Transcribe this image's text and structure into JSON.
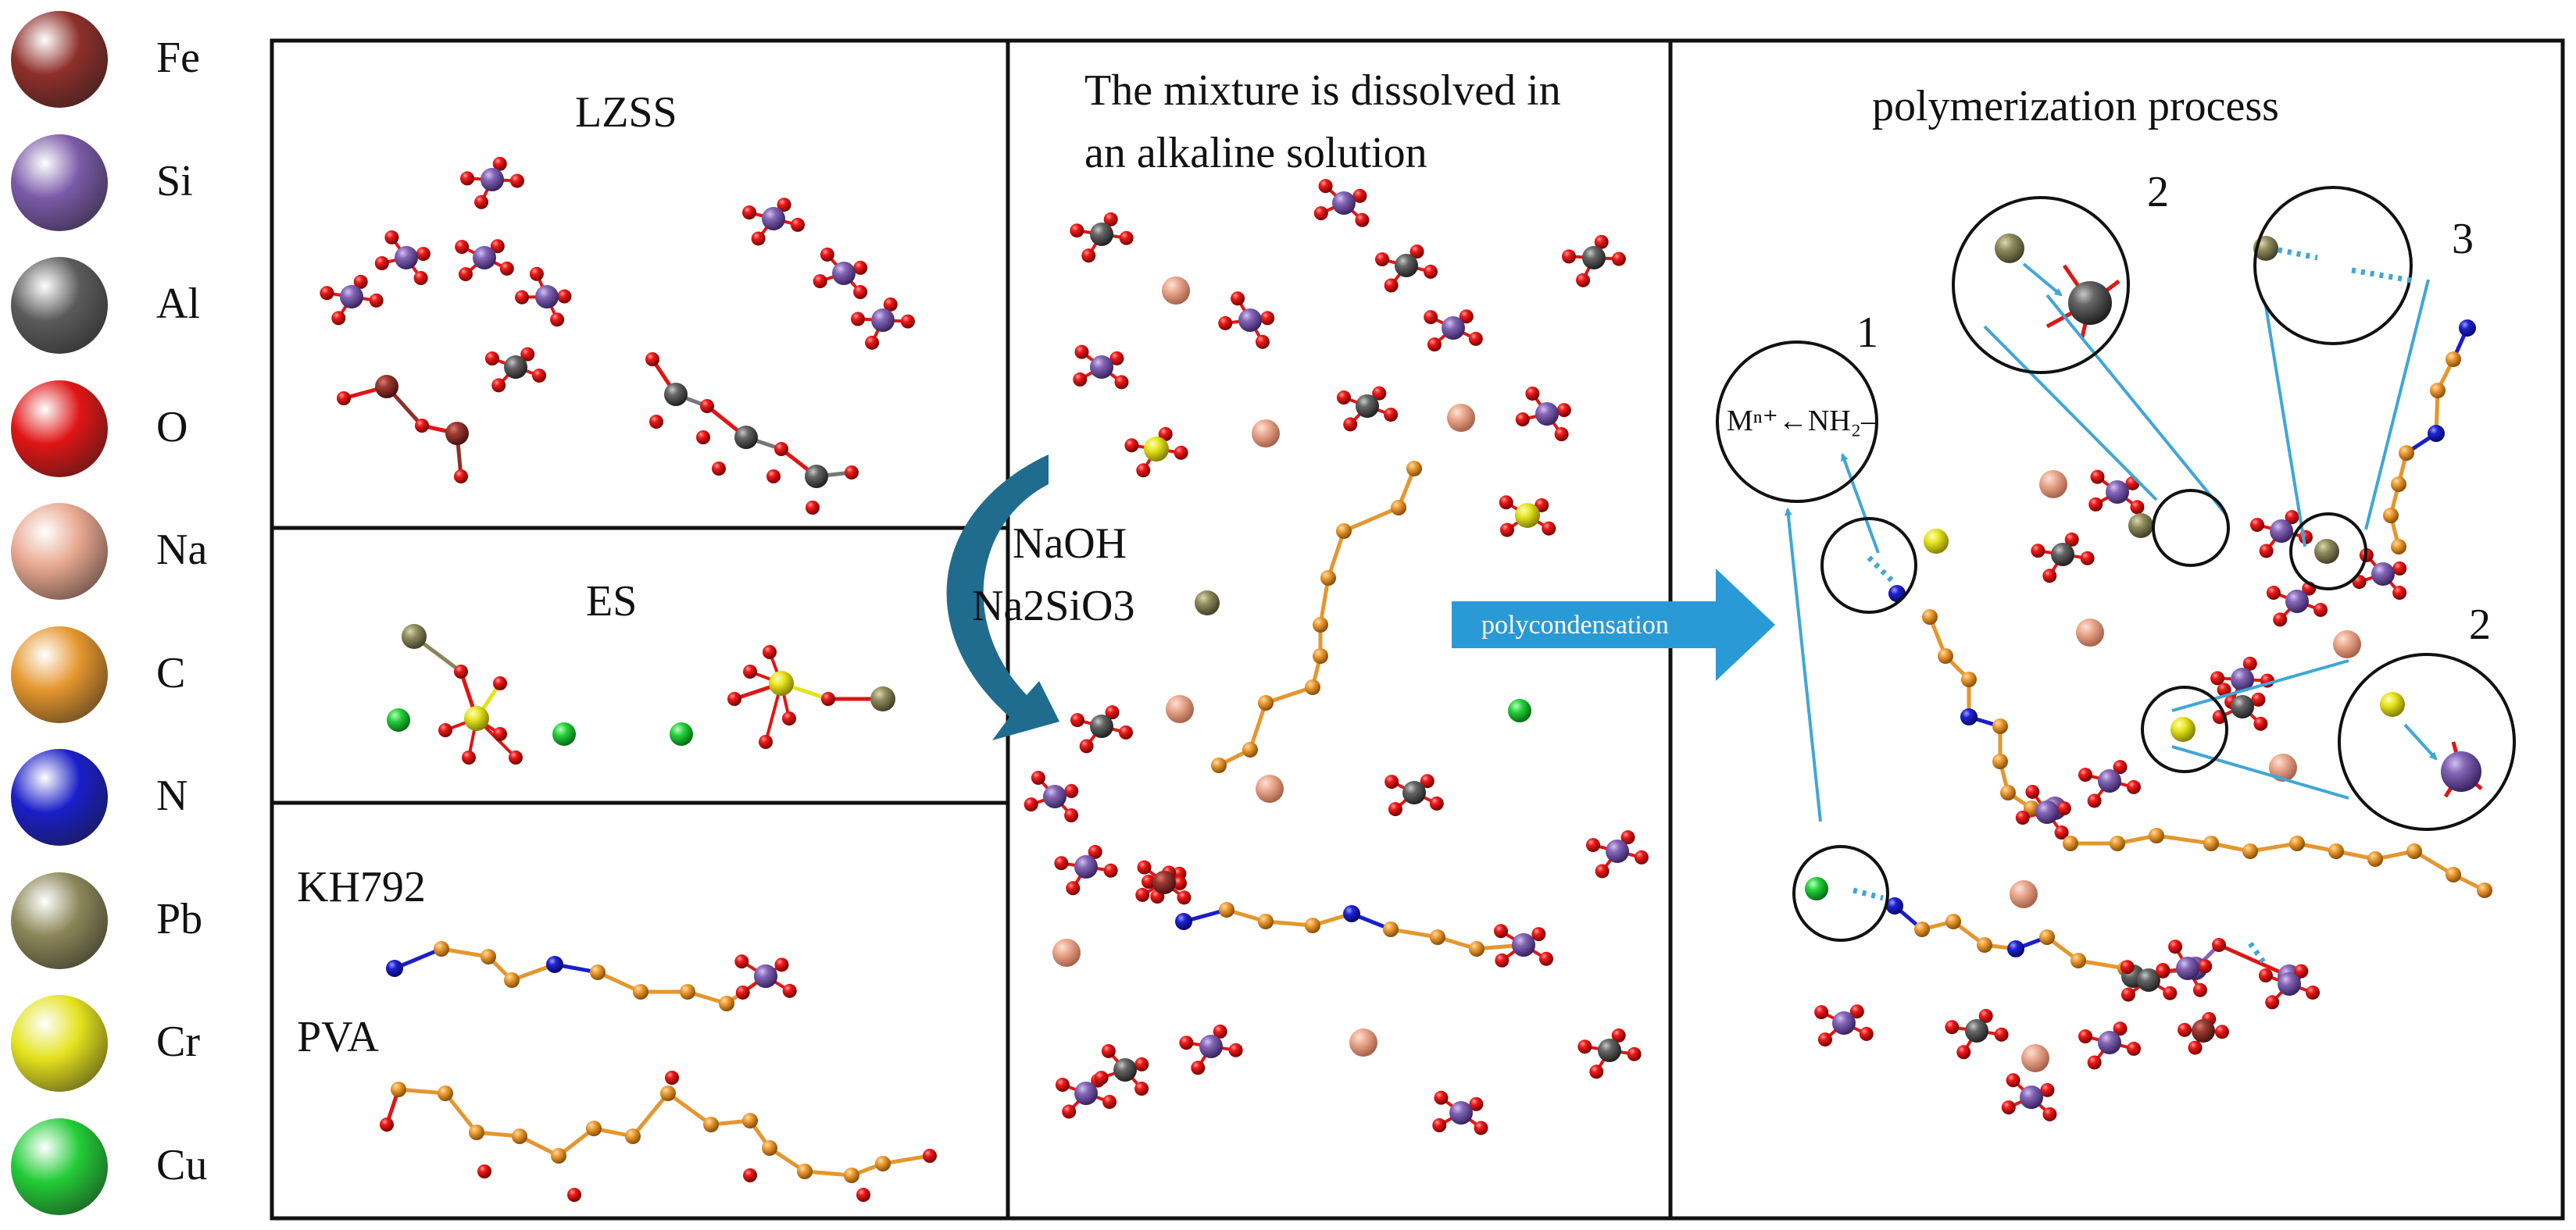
{
  "legend": [
    {
      "element": "Fe",
      "color": "#8e2f2a"
    },
    {
      "element": "Si",
      "color": "#7a5aa8"
    },
    {
      "element": "Al",
      "color": "#5b5b5b"
    },
    {
      "element": "O",
      "color": "#e01515"
    },
    {
      "element": "Na",
      "color": "#e8a890"
    },
    {
      "element": "C",
      "color": "#e5962e"
    },
    {
      "element": "N",
      "color": "#1a1ec8"
    },
    {
      "element": "Pb",
      "color": "#8b8658"
    },
    {
      "element": "Cr",
      "color": "#e4e21c"
    },
    {
      "element": "Cu",
      "color": "#22cc36"
    }
  ],
  "panels": {
    "lzss_title": "LZSS",
    "es_title": "ES",
    "kh792_label": "KH792",
    "pva_label": "PVA",
    "mixture_title_line1": "The mixture is dissolved in",
    "mixture_title_line2": "an alkaline solution",
    "reagent_1": "NaOH",
    "reagent_2": "Na2SiO3",
    "polycondensation_label": "polycondensation",
    "polymerization_title": "polymerization process",
    "complex_label": "Mⁿ⁺←NH₂–",
    "callout_1": "1",
    "callout_2a": "2",
    "callout_2b": "2",
    "callout_3": "3"
  },
  "colors": {
    "panel_border": "#111111",
    "arrow_teal": "#1f6c8f",
    "arrow_blue": "#2a9ad6",
    "leader_line": "#3fa6d8",
    "bond": "#e01515"
  }
}
